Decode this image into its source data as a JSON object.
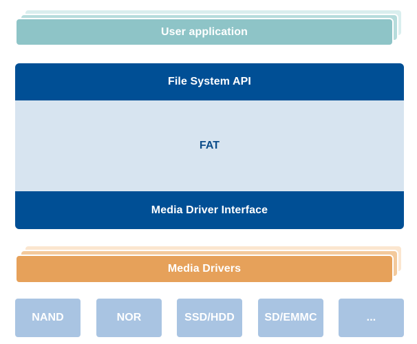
{
  "layers": {
    "user_application": "User application",
    "file_system_api": "File System API",
    "fat": "FAT",
    "media_driver_interface": "Media Driver Interface",
    "media_drivers": "Media Drivers"
  },
  "devices": [
    "NAND",
    "NOR",
    "SSD/HDD",
    "SD/EMMC",
    "..."
  ],
  "colors": {
    "user_application": "#8ec4c7",
    "core_dark": "#004f95",
    "core_light": "#d7e4f0",
    "media_drivers": "#e6a15a",
    "devices": "#a9c4e2"
  }
}
